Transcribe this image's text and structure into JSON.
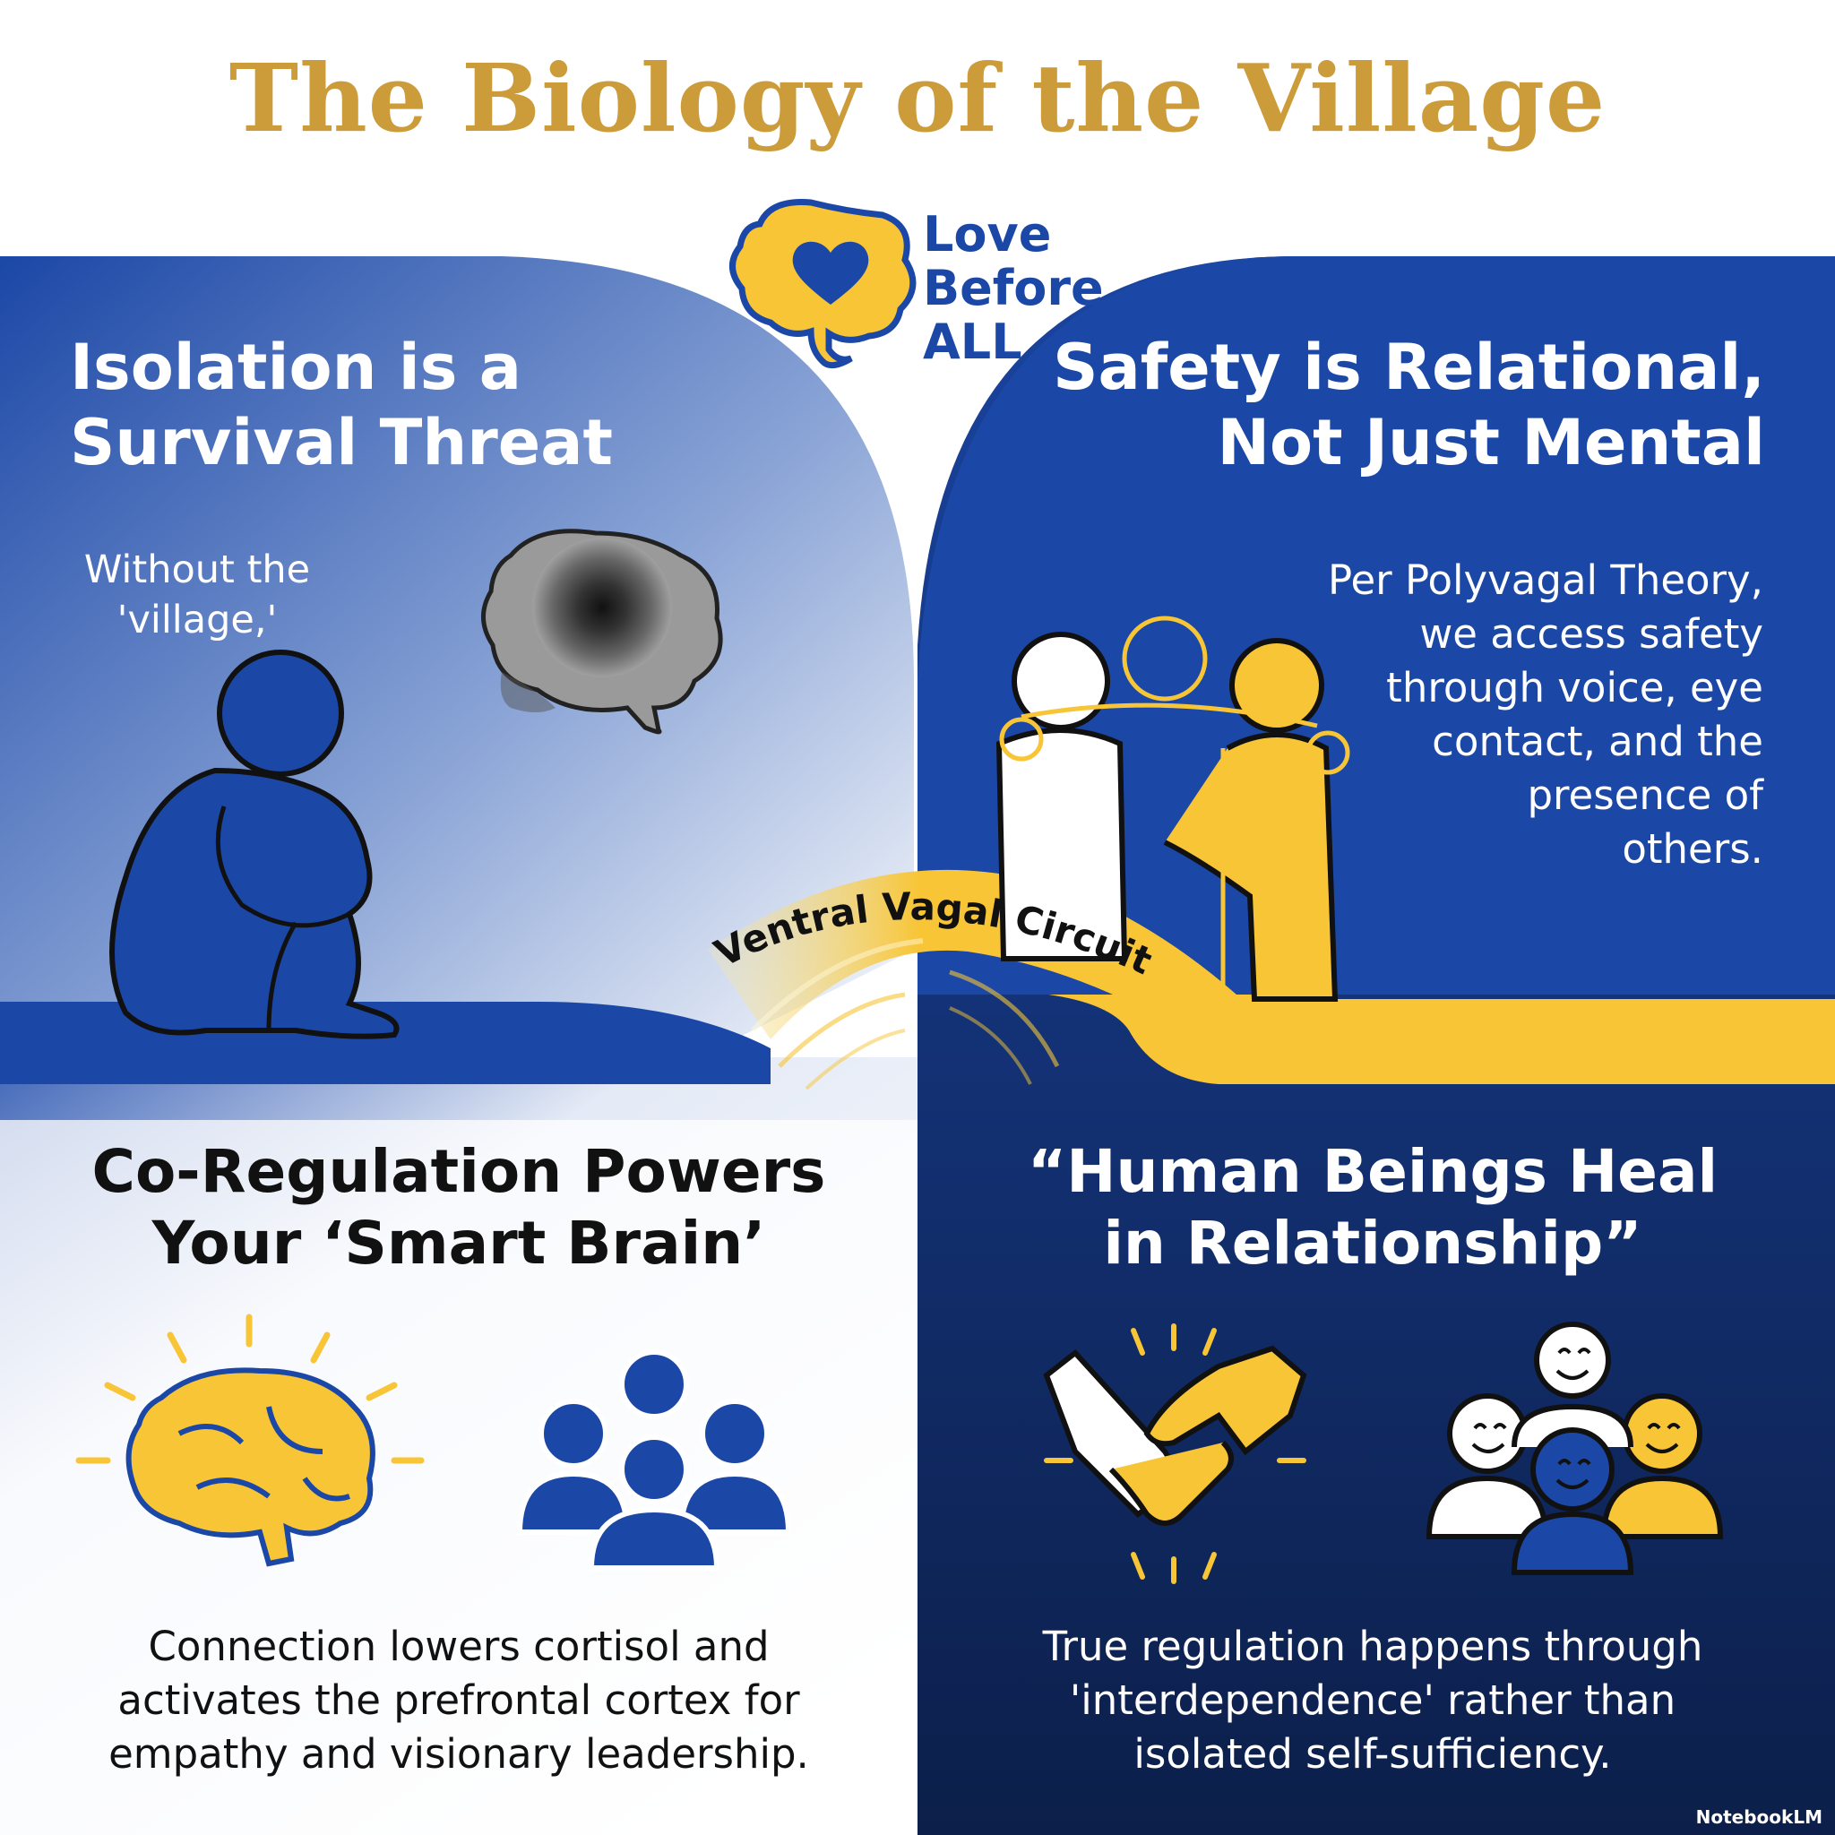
{
  "title": "The Biology of the Village",
  "logo": {
    "line1": "Love",
    "line2": "Before",
    "line3": "ALL"
  },
  "quadrants": {
    "isolation": {
      "heading_line1": "Isolation is a",
      "heading_line2": "Survival Threat",
      "caption_line1": "Without the",
      "caption_line2": "'village,'"
    },
    "safety": {
      "heading_line1": "Safety is Relational,",
      "heading_line2": "Not Just Mental",
      "body": [
        "Per Polyvagal Theory,",
        "we access safety",
        "through voice, eye",
        "contact, and the",
        "presence of",
        "others."
      ]
    },
    "coregulation": {
      "heading_line1": "Co-Regulation Powers",
      "heading_line2": "Your ‘Smart Brain’",
      "body": [
        "Connection lowers cortisol and",
        "activates the prefrontal cortex for",
        "empathy and visionary leadership."
      ]
    },
    "heal": {
      "heading_line1": "“Human Beings Heal",
      "heading_line2": "in Relationship”",
      "body": [
        "True regulation happens through",
        "'interdependence' rather than",
        "isolated self-sufficiency."
      ]
    }
  },
  "bridge_label": "Ventral Vagal Circuit",
  "brand": "NotebookLM",
  "colors": {
    "title_gold": "#cc9b3a",
    "royal_blue": "#1b47a6",
    "navy": "#0f2456",
    "gold": "#f7c536",
    "ink": "#111111"
  },
  "icons": [
    "heart-brain-icon",
    "sad-brain-icon",
    "sitting-person-icon",
    "embracing-people-icon",
    "bright-brain-icon",
    "group-icon",
    "handshake-icon",
    "happy-faces-icon"
  ]
}
